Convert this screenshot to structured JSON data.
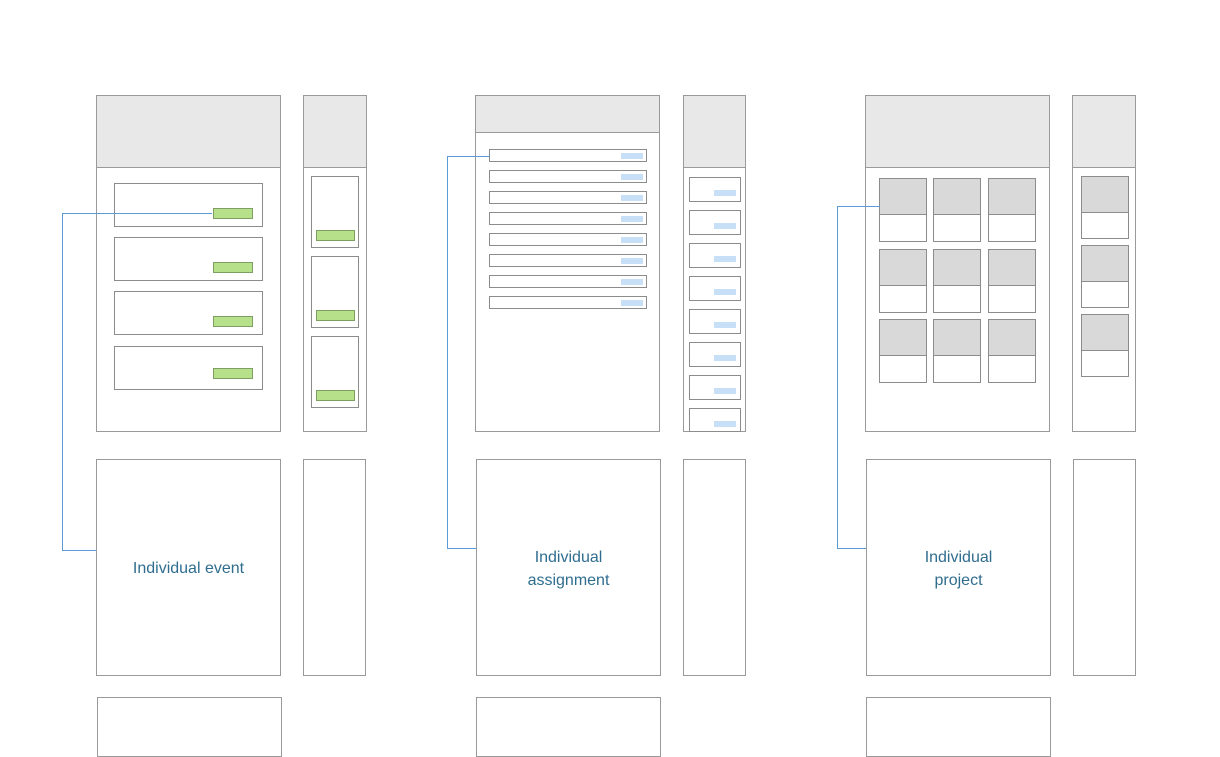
{
  "columns": [
    {
      "id": "event",
      "detail_label": "Individual event"
    },
    {
      "id": "assignment",
      "detail_label": "Individual\nassignment"
    },
    {
      "id": "project",
      "detail_label": "Individual\nproject"
    }
  ],
  "colors": {
    "border": "#9a9a9a",
    "header_fill": "#e8e8e8",
    "event_chip": "#b6e08a",
    "assignment_chip": "#c7e0f7",
    "project_tile": "#d9d9d9",
    "connector": "#5b9bd5",
    "label_text": "#2f6d8f"
  }
}
